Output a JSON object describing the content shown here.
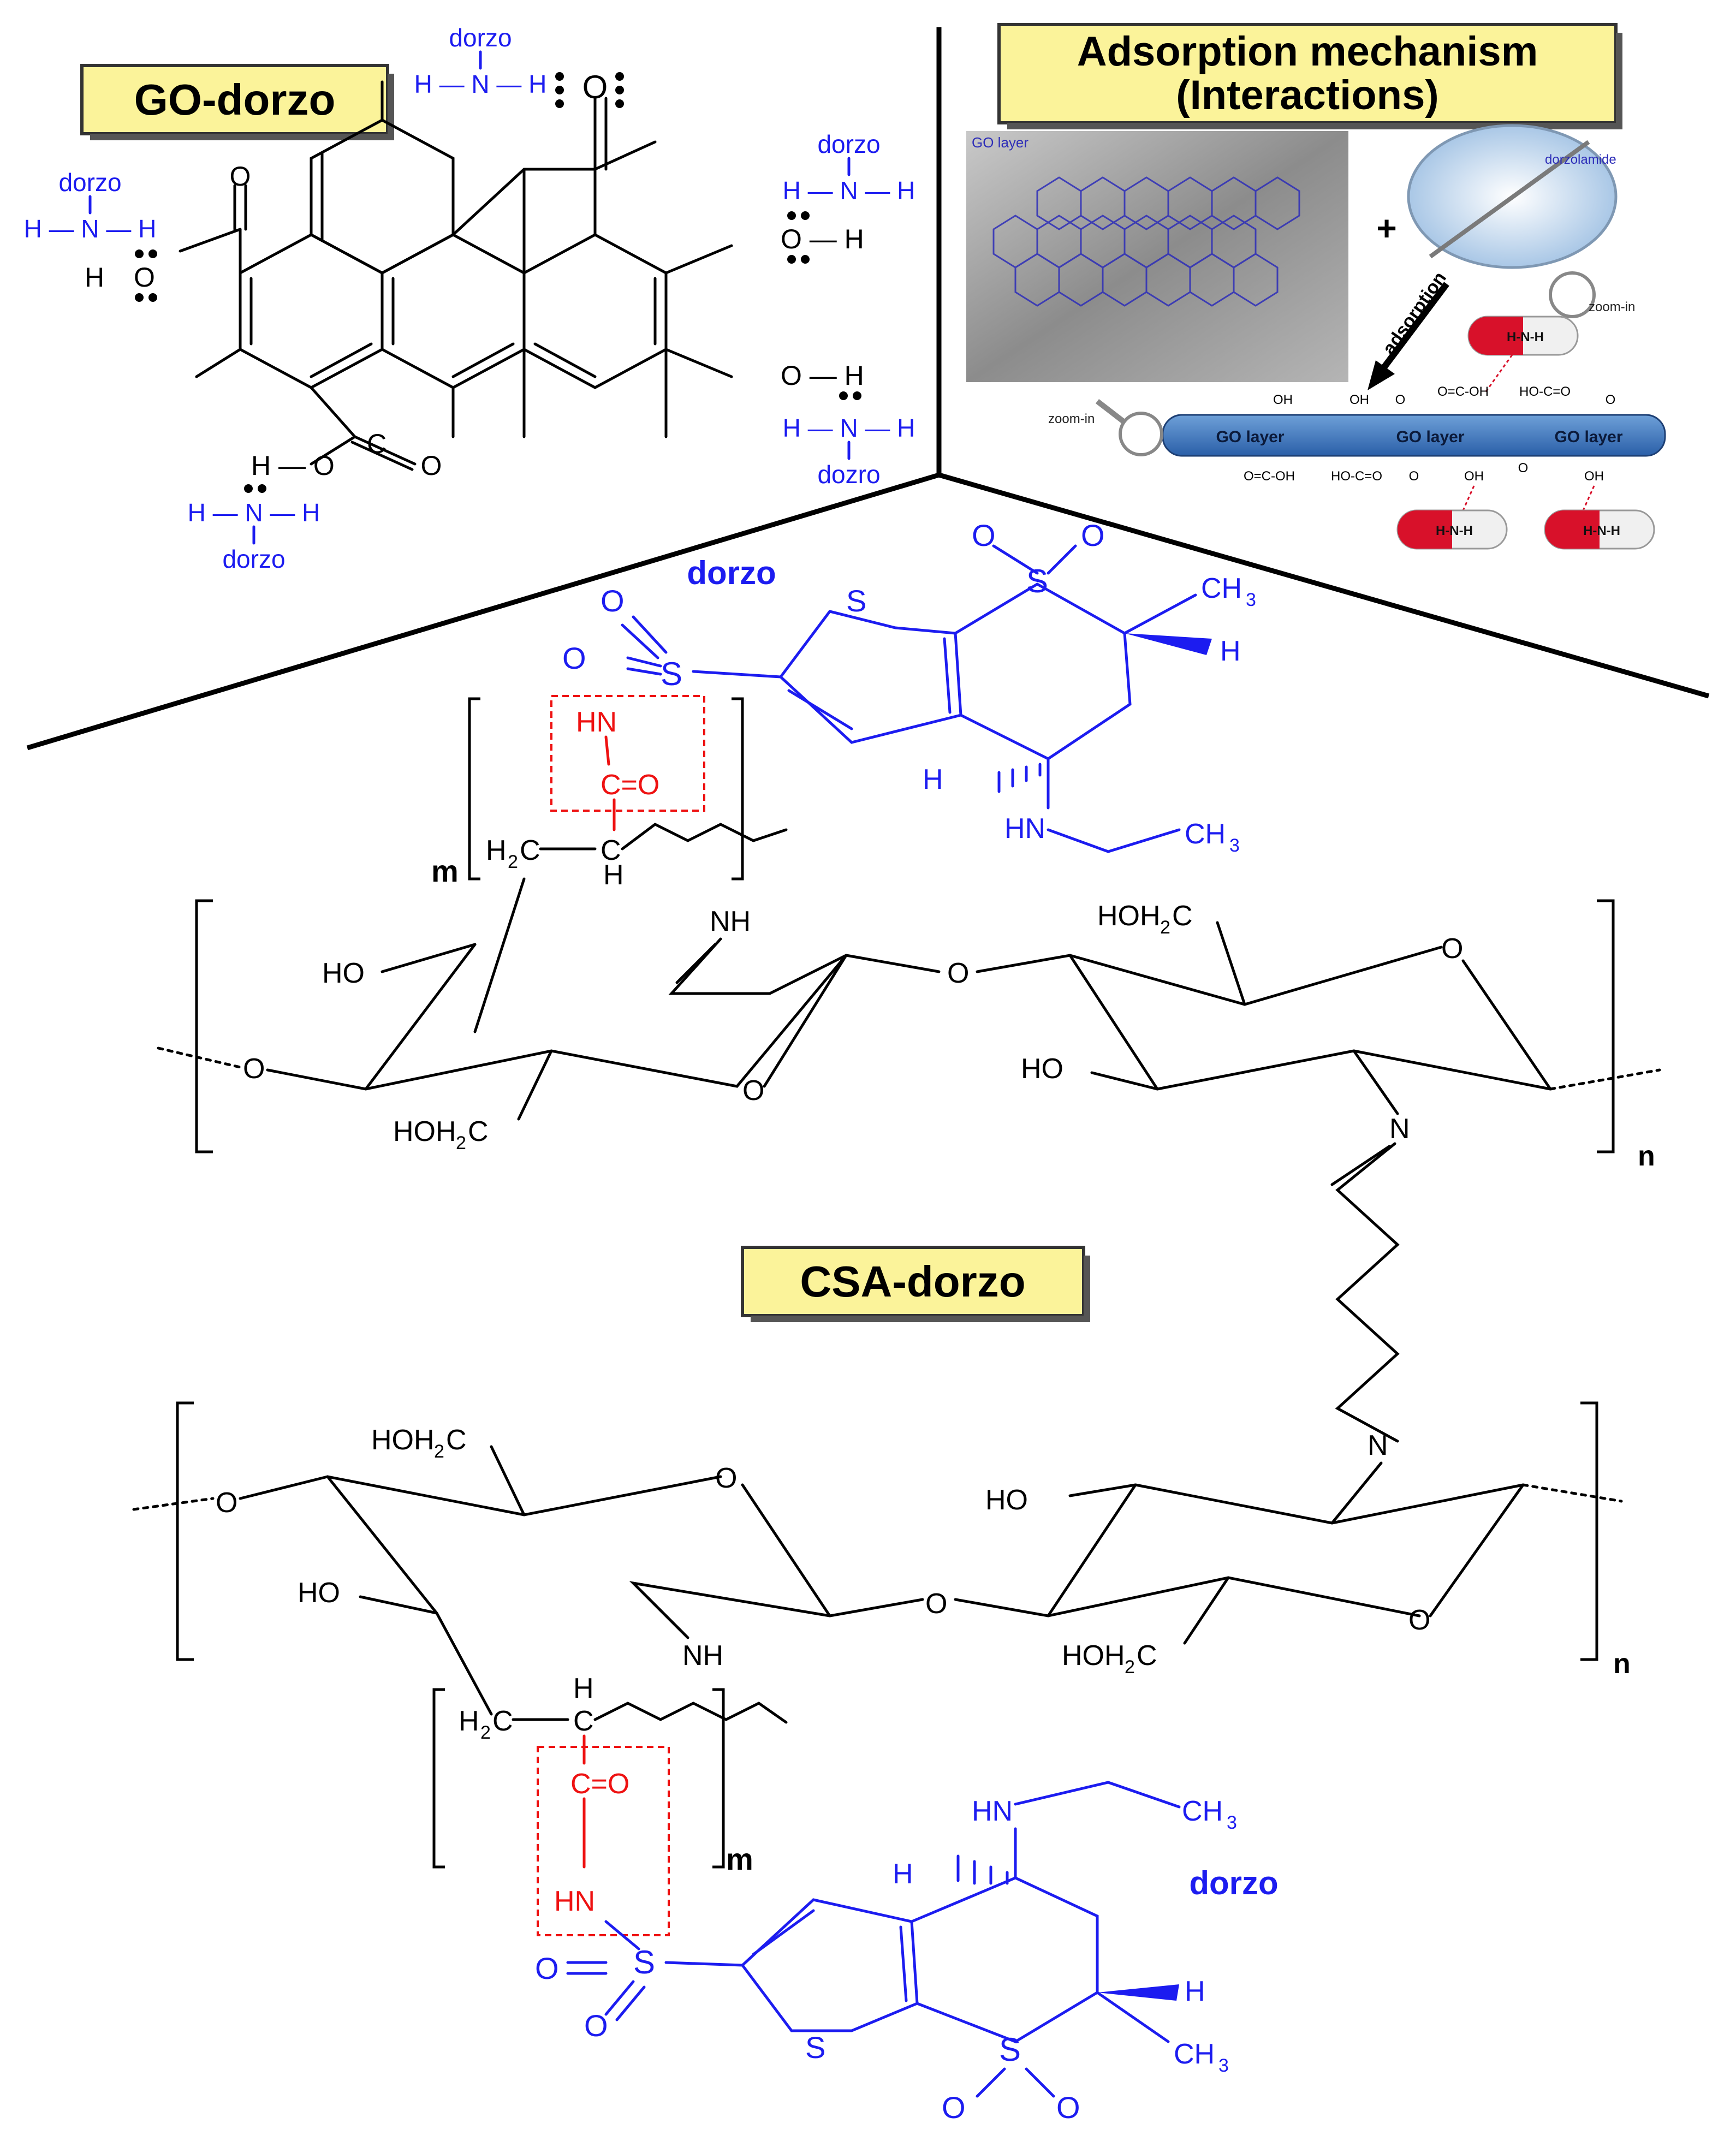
{
  "labels": {
    "go_dorzo": "GO-dorzo",
    "mechanism_line1": "Adsorption mechanism",
    "mechanism_line2": "(Interactions)",
    "csa_dorzo": "CSA-dorzo"
  },
  "mechanism": {
    "go_layer_inset": "GO layer",
    "drug_label": "dorzolamide",
    "plus": "+",
    "adsorption": "adsorption",
    "zoom_in_right": "zoom-in",
    "zoom_in_left": "zoom-in",
    "slab_labels": [
      "GO layer",
      "GO layer",
      "GO layer"
    ],
    "pill_text": "H-N-H",
    "top_groups": [
      "OH",
      "OH",
      "O",
      "O=C-OH",
      "HO-C=O",
      "O"
    ],
    "bottom_groups": [
      "O=C-OH",
      "HO-C=O",
      "O",
      "OH",
      "O",
      "OH"
    ]
  },
  "go": {
    "dorzo": "dorzo",
    "dozro": "dozro",
    "hnh": "H — N — H",
    "h": "H",
    "o": "O",
    "oh_h": "O — H",
    "h_o": "H — O",
    "c": "C"
  },
  "atoms": {
    "dorzo": "dorzo",
    "S": "S",
    "O": "O",
    "H": "H",
    "N": "N",
    "NH": "NH",
    "HN": "HN",
    "HO": "HO",
    "CH3": "CH",
    "sub3": "3",
    "H2C": "H",
    "sub2": "2",
    "C_": "C",
    "HOH2C": "HOH",
    "CO": "C=O",
    "m": "m",
    "n": "n"
  }
}
